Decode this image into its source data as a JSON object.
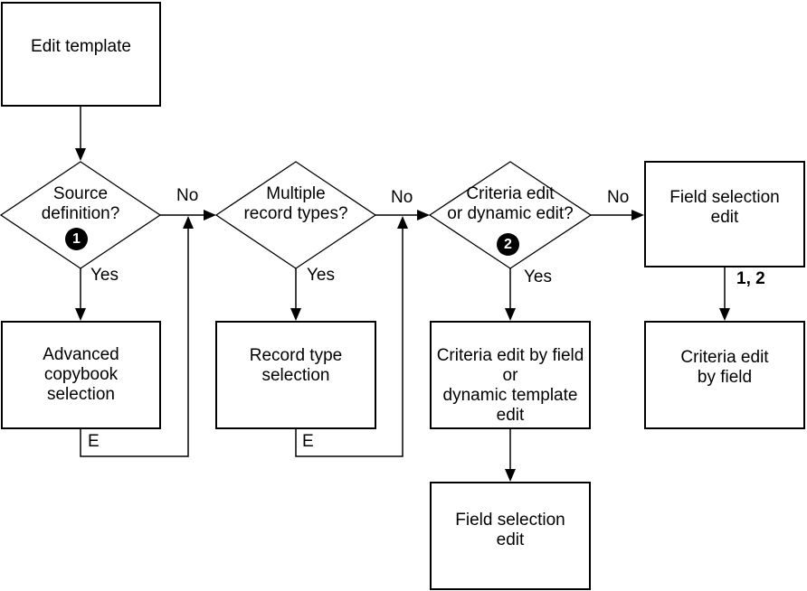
{
  "nodes": {
    "edit_template": {
      "label": "Edit template"
    },
    "source_definition": {
      "label": "Source\ndefinition?",
      "badge": "1"
    },
    "multiple_record_types": {
      "label": "Multiple\nrecord types?"
    },
    "criteria_or_dynamic": {
      "label": "Criteria edit\nor dynamic edit?",
      "badge": "2"
    },
    "field_selection_edit_top": {
      "label": "Field selection\nedit"
    },
    "advanced_copybook_selection": {
      "label": "Advanced\ncopybook\nselection"
    },
    "record_type_selection": {
      "label": "Record type\nselection"
    },
    "criteria_edit_by_field_or_dynamic": {
      "label": "Criteria edit by field\nor\ndynamic template\nedit"
    },
    "criteria_edit_by_field": {
      "label": "Criteria edit\nby field"
    },
    "field_selection_edit_bottom": {
      "label": "Field selection\nedit"
    }
  },
  "edge_labels": {
    "no1": "No",
    "no2": "No",
    "no3": "No",
    "yes1": "Yes",
    "yes2": "Yes",
    "yes3": "Yes",
    "e1": "E",
    "e2": "E",
    "one_two": "1, 2"
  },
  "colors": {
    "line": "#000000",
    "background": "#ffffff",
    "badge_background": "#000000",
    "badge_text": "#ffffff"
  }
}
